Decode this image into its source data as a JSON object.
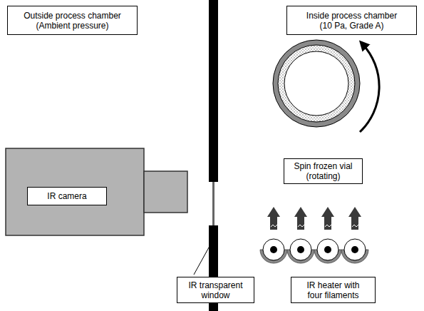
{
  "diagram": {
    "nodes": [
      {
        "text": [
          "Outside process chamber (Ambient pressure)"
        ]
      },
      {
        "text": [
          "Inside process chamber (10 Pa, Grade A)"
        ]
      },
      {
        "text": [
          "IR camera"
        ]
      },
      {
        "text": [
          "Spin frozen vial (rotating)"
        ]
      },
      {
        "text": [
          "IR transparent window"
        ]
      },
      {
        "text": [
          "IR heater with four filaments"
        ]
      }
    ],
    "edges": []
  }
}
